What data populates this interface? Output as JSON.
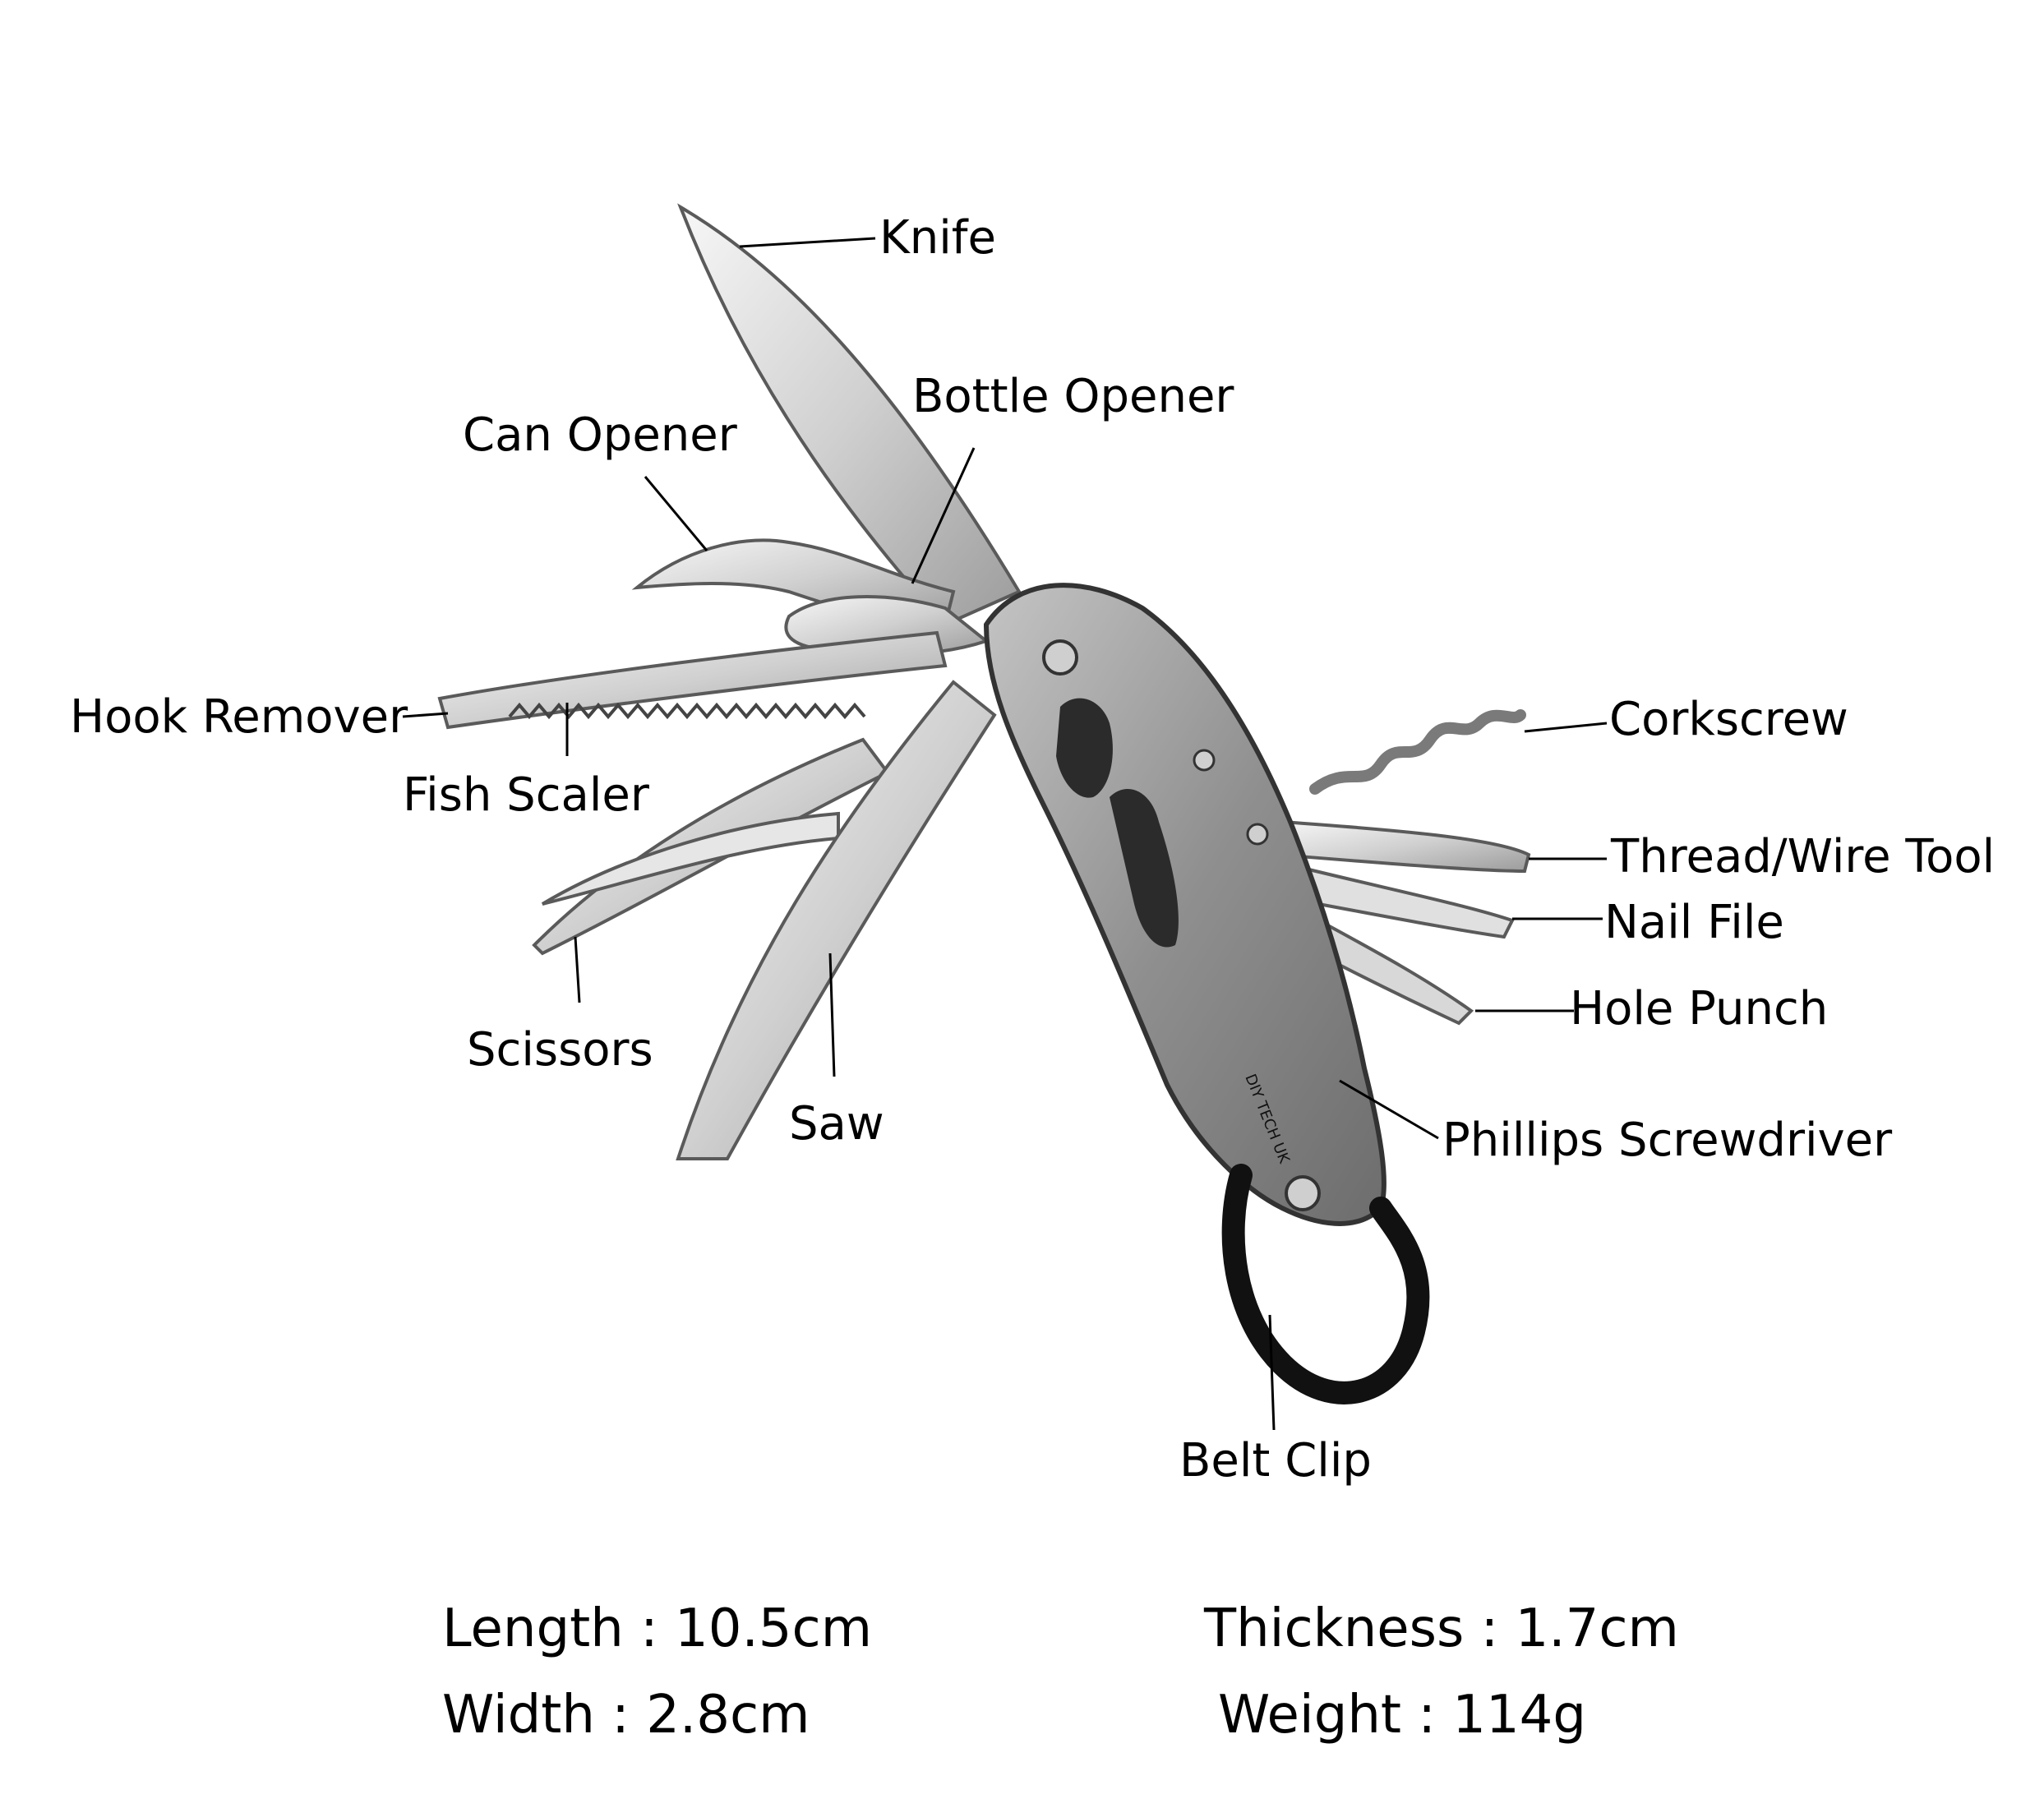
{
  "labels": {
    "knife": "Knife",
    "bottle_opener": "Bottle Opener",
    "can_opener": "Can Opener",
    "hook_remover": "Hook Remover",
    "fish_scaler": "Fish Scaler",
    "scissors": "Scissors",
    "saw": "Saw",
    "corkscrew": "Corkscrew",
    "thread_wire_tool": "Thread/Wire Tool",
    "nail_file": "Nail File",
    "hole_punch": "Hole Punch",
    "phillips_screwdriver": "Phillips Screwdriver",
    "belt_clip": "Belt Clip"
  },
  "specs": {
    "length": {
      "label": "Length : ",
      "value": "10.5cm"
    },
    "width": {
      "label": "Width : ",
      "value": "2.8cm"
    },
    "thickness": {
      "label": "Thickness : ",
      "value": "1.7cm"
    },
    "weight": {
      "label": "Weight : ",
      "value": "114g"
    }
  },
  "brand_mark": "DIY TECH UK",
  "colors": {
    "steel": "#d9d9d9",
    "steel_dark": "#8c8c8c",
    "handle": "#9a9a9a",
    "handle_dark": "#2b2b2b",
    "clip": "#111111"
  }
}
